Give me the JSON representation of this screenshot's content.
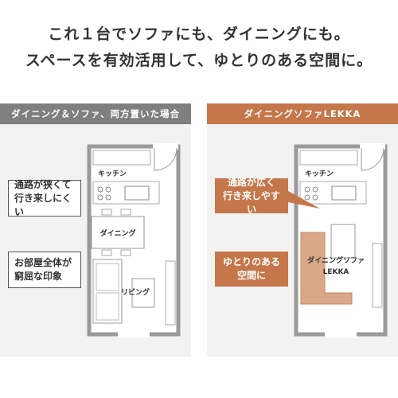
{
  "headline": {
    "line1": "これ１台でソファにも、ダイニングにも。",
    "line2": "スペースを有効活用して、ゆとりのある空間に。"
  },
  "left_panel": {
    "title": "ダイニング＆ソファ、両方置いた場合",
    "kitchen_label": "キッチン",
    "dining_label": "ダイニング",
    "living_label": "リビング",
    "note1_line1": "通路が狭くて",
    "note1_line2": "行き来しにくい",
    "note2_line1": "お部屋全体が",
    "note2_line2": "窮屈な印象"
  },
  "right_panel": {
    "title": "ダイニングソファLEKKA",
    "kitchen_label": "キッチン",
    "product_line1": "ダイニングソファ",
    "product_line2": "LEKKA",
    "note1_line1": "通路が広く",
    "note1_line2": "行き来しやすい",
    "note2_line1": "ゆとりのある",
    "note2_line2": "空間に"
  },
  "colors": {
    "accent": "#c5764a",
    "gray_header": "#7f7f7f",
    "wall": "#9a9a9a",
    "panel_bg": "#f2f2f2",
    "sofa_fill": "#d9a888"
  }
}
